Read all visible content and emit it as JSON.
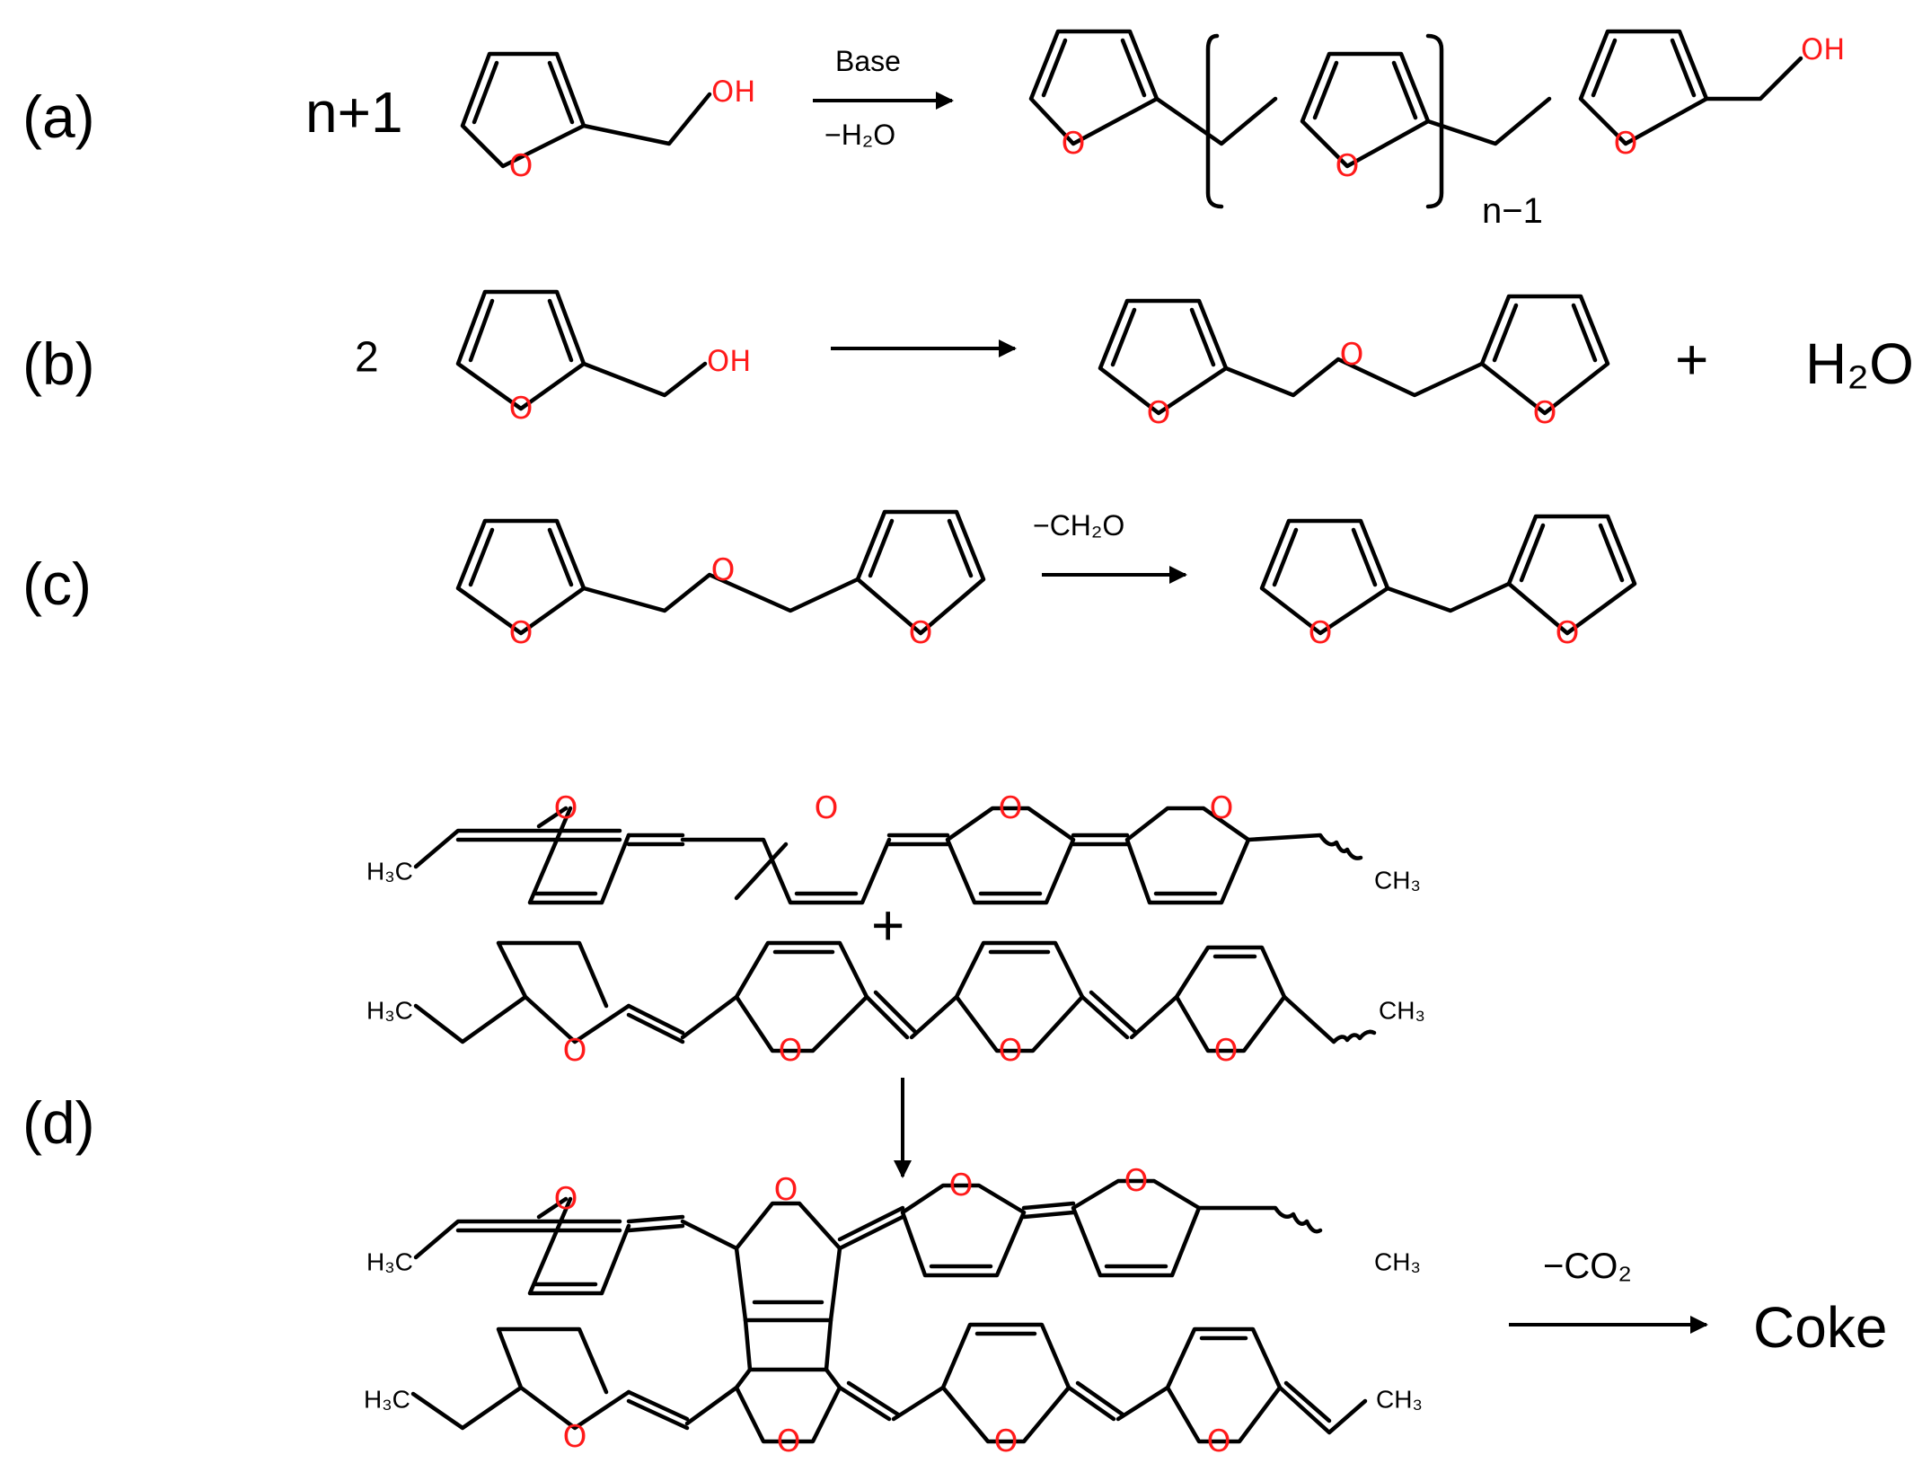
{
  "panels": [
    {
      "label": "(a)",
      "coefficient": "n+1",
      "reagent_top": "Base",
      "reagent_bottom": "−H₂O",
      "repeat_subscript": "n−1",
      "hydroxyl": "OH",
      "hydroxyl_product": "OH"
    },
    {
      "label": "(b)",
      "coefficient": "2",
      "hydroxyl": "OH",
      "plus": "+",
      "byproduct": "H₂O"
    },
    {
      "label": "(c)",
      "reagent_top": "−CH₂O"
    },
    {
      "label": "(d)",
      "plus": "+",
      "reagent_top": "−CO₂",
      "product": "Coke",
      "methyl_left": "H₃C",
      "methyl_right": "CH₃"
    }
  ],
  "atom_oxygen": "O",
  "colors": {
    "heteroatom": "#ff1a1a",
    "bond": "#000000",
    "background": "#ffffff"
  }
}
